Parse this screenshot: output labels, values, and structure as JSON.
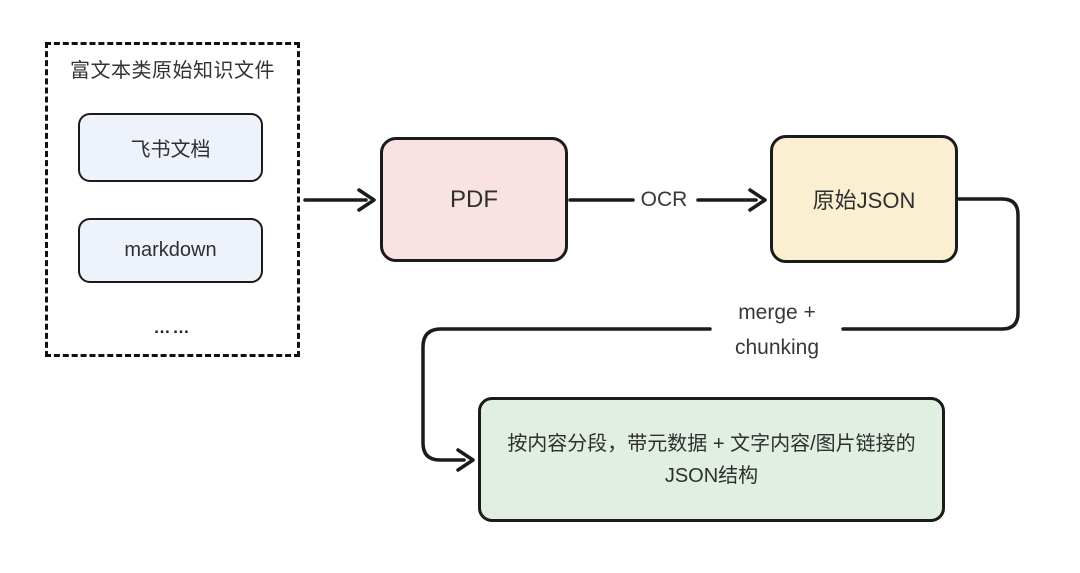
{
  "source_group": {
    "title": "富文本类原始知识文件",
    "items": [
      {
        "label": "飞书文档"
      },
      {
        "label": "markdown"
      }
    ],
    "ellipsis": "……"
  },
  "nodes": {
    "pdf": {
      "label": "PDF"
    },
    "raw_json": {
      "label": "原始JSON"
    },
    "chunked_json": {
      "label": "按内容分段，带元数据 + 文字内容/图片链接的JSON结构"
    }
  },
  "edge_labels": {
    "ocr": "OCR",
    "merge": "merge +\nchunking"
  },
  "colors": {
    "feishu_fill": "#eef2fa",
    "markdown_fill": "#eef2fa",
    "pdf_fill": "#f9e2e2",
    "raw_json_fill": "#faf0d1",
    "chunked_json_fill": "#e0efe1",
    "stroke": "#1b1b1b",
    "text": "#2f2f2f"
  }
}
